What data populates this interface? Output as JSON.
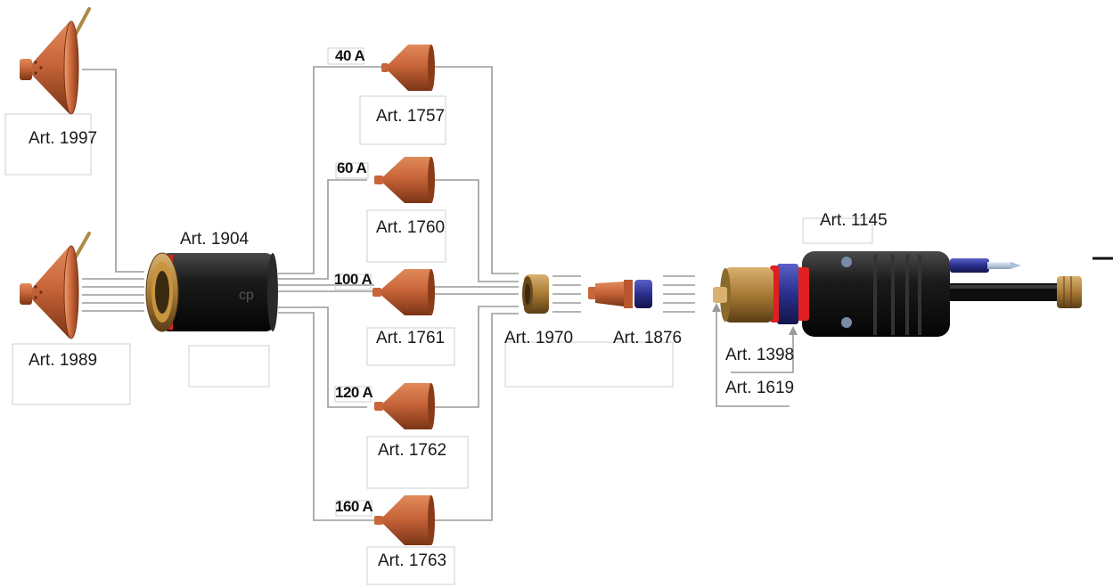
{
  "labels": {
    "art_1997": "Art. 1997",
    "art_1989": "Art. 1989",
    "art_1904": "Art. 1904",
    "art_1757": "Art. 1757",
    "art_1760": "Art. 1760",
    "art_1761": "Art. 1761",
    "art_1762": "Art. 1762",
    "art_1763": "Art. 1763",
    "art_1970": "Art. 1970",
    "art_1876": "Art. 1876",
    "art_1145": "Art. 1145",
    "art_1398": "Art. 1398",
    "art_1619": "Art. 1619"
  },
  "amperages": {
    "a40": "40 A",
    "a60": "60 A",
    "a100": "100 A",
    "a120": "120 A",
    "a160": "160 A"
  },
  "colors": {
    "copper": "#c8653a",
    "brass": "#b08a45",
    "black_body": "#1b1b1b",
    "red_ring": "#e02020",
    "blue_ring": "#2a2f8c",
    "connector_lines": "#9a9a9a"
  }
}
